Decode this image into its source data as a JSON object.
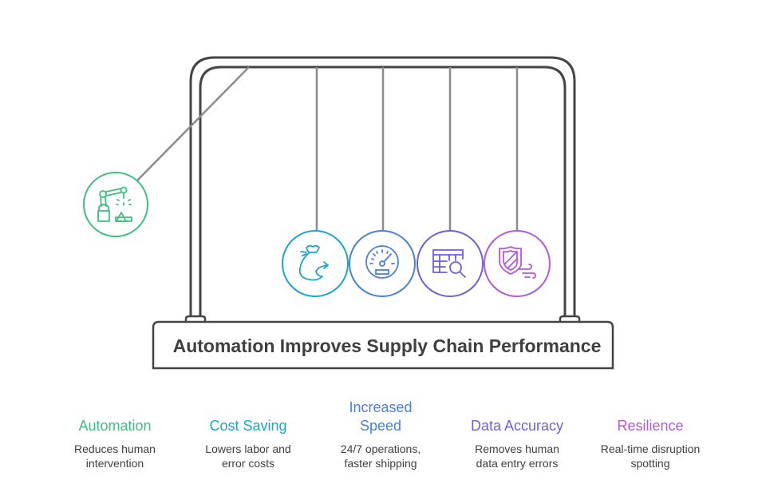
{
  "title": "Automation Improves Supply Chain Performance",
  "items": [
    {
      "key": "automation",
      "heading": "Automation",
      "description_lines": [
        "Reduces human",
        "intervention"
      ],
      "color": "#3cbf7f",
      "icon": "robot-arm-icon"
    },
    {
      "key": "cost-saving",
      "heading": "Cost Saving",
      "description_lines": [
        "Lowers labor and",
        "error costs"
      ],
      "color": "#1aa6cc",
      "icon": "money-bag-icon"
    },
    {
      "key": "increased-speed",
      "heading_lines": [
        "Increased",
        "Speed"
      ],
      "description_lines": [
        "24/7 operations,",
        "faster shipping"
      ],
      "color": "#4a7fdb",
      "icon": "speedometer-icon"
    },
    {
      "key": "data-accuracy",
      "heading": "Data Accuracy",
      "description_lines": [
        "Removes human",
        "data entry errors"
      ],
      "color": "#6f5fdb",
      "icon": "table-search-icon"
    },
    {
      "key": "resilience",
      "heading": "Resilience",
      "description_lines": [
        "Real-time disruption",
        "spotting"
      ],
      "color": "#b25ad9",
      "icon": "shield-wind-icon"
    }
  ],
  "colors": {
    "frame": "#444444",
    "string": "#8c8c8c",
    "text": "#3f3f3f"
  }
}
